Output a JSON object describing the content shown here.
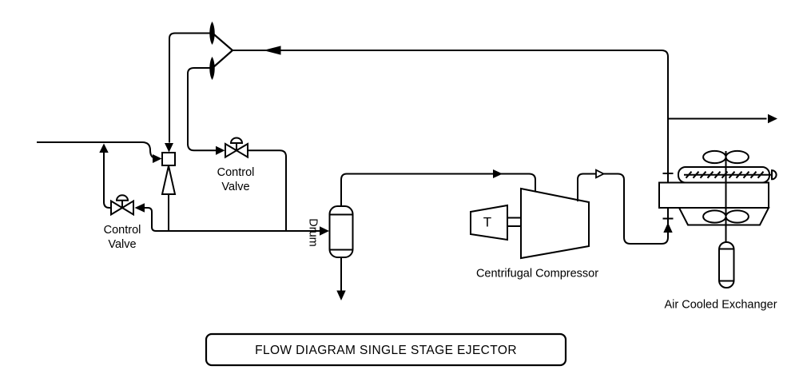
{
  "colors": {
    "line": "#000000",
    "background": "#ffffff",
    "symbol_fill": "#ffffff"
  },
  "title_box": {
    "label": "FLOW DIAGRAM SINGLE STAGE EJECTOR"
  },
  "labels": {
    "control_valve_left": {
      "line1": "Control",
      "line2": "Valve"
    },
    "control_valve_right": {
      "line1": "Control",
      "line2": "Valve"
    },
    "drum": "Drum",
    "turbine_driver": "T",
    "compressor": "Centrifugal Compressor",
    "air_cooled_exchanger": "Air Cooled Exchanger"
  }
}
